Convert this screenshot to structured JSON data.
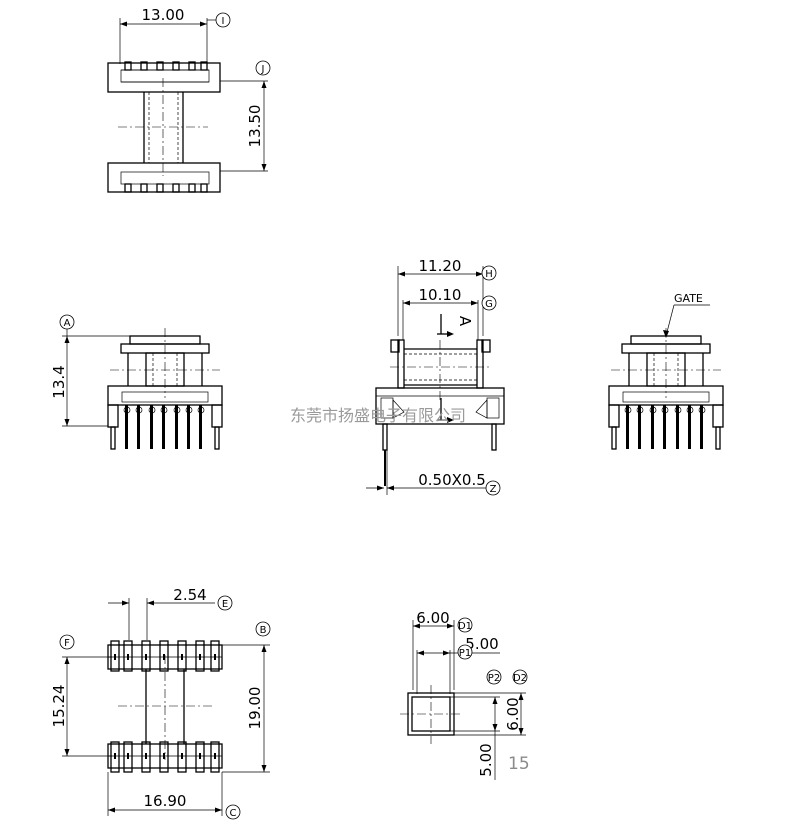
{
  "dimensions": {
    "top_width": "13.00",
    "top_height": "13.50",
    "front_height": "13.4",
    "side_width_outer": "11.20",
    "side_width_inner": "10.10",
    "pin_size": "0.50X0.5",
    "pitch": "2.54",
    "bottom_height_inner": "15.24",
    "bottom_height_outer": "19.00",
    "bottom_width": "16.90",
    "core_outer": "6.00",
    "core_inner": "5.00",
    "core_height": "6.00",
    "core_depth": "5.00"
  },
  "callouts": {
    "i": "I",
    "j": "J",
    "a": "A",
    "h": "H",
    "g": "G",
    "z": "Z",
    "e": "E",
    "f": "F",
    "b": "B",
    "c": "C",
    "d1": "D1",
    "d2": "D2",
    "p1": "P1",
    "p2": "P2"
  },
  "section_mark": "A",
  "gate_label": "GATE",
  "watermark": "东莞市扬盛电子有限公司",
  "page_number": "15"
}
